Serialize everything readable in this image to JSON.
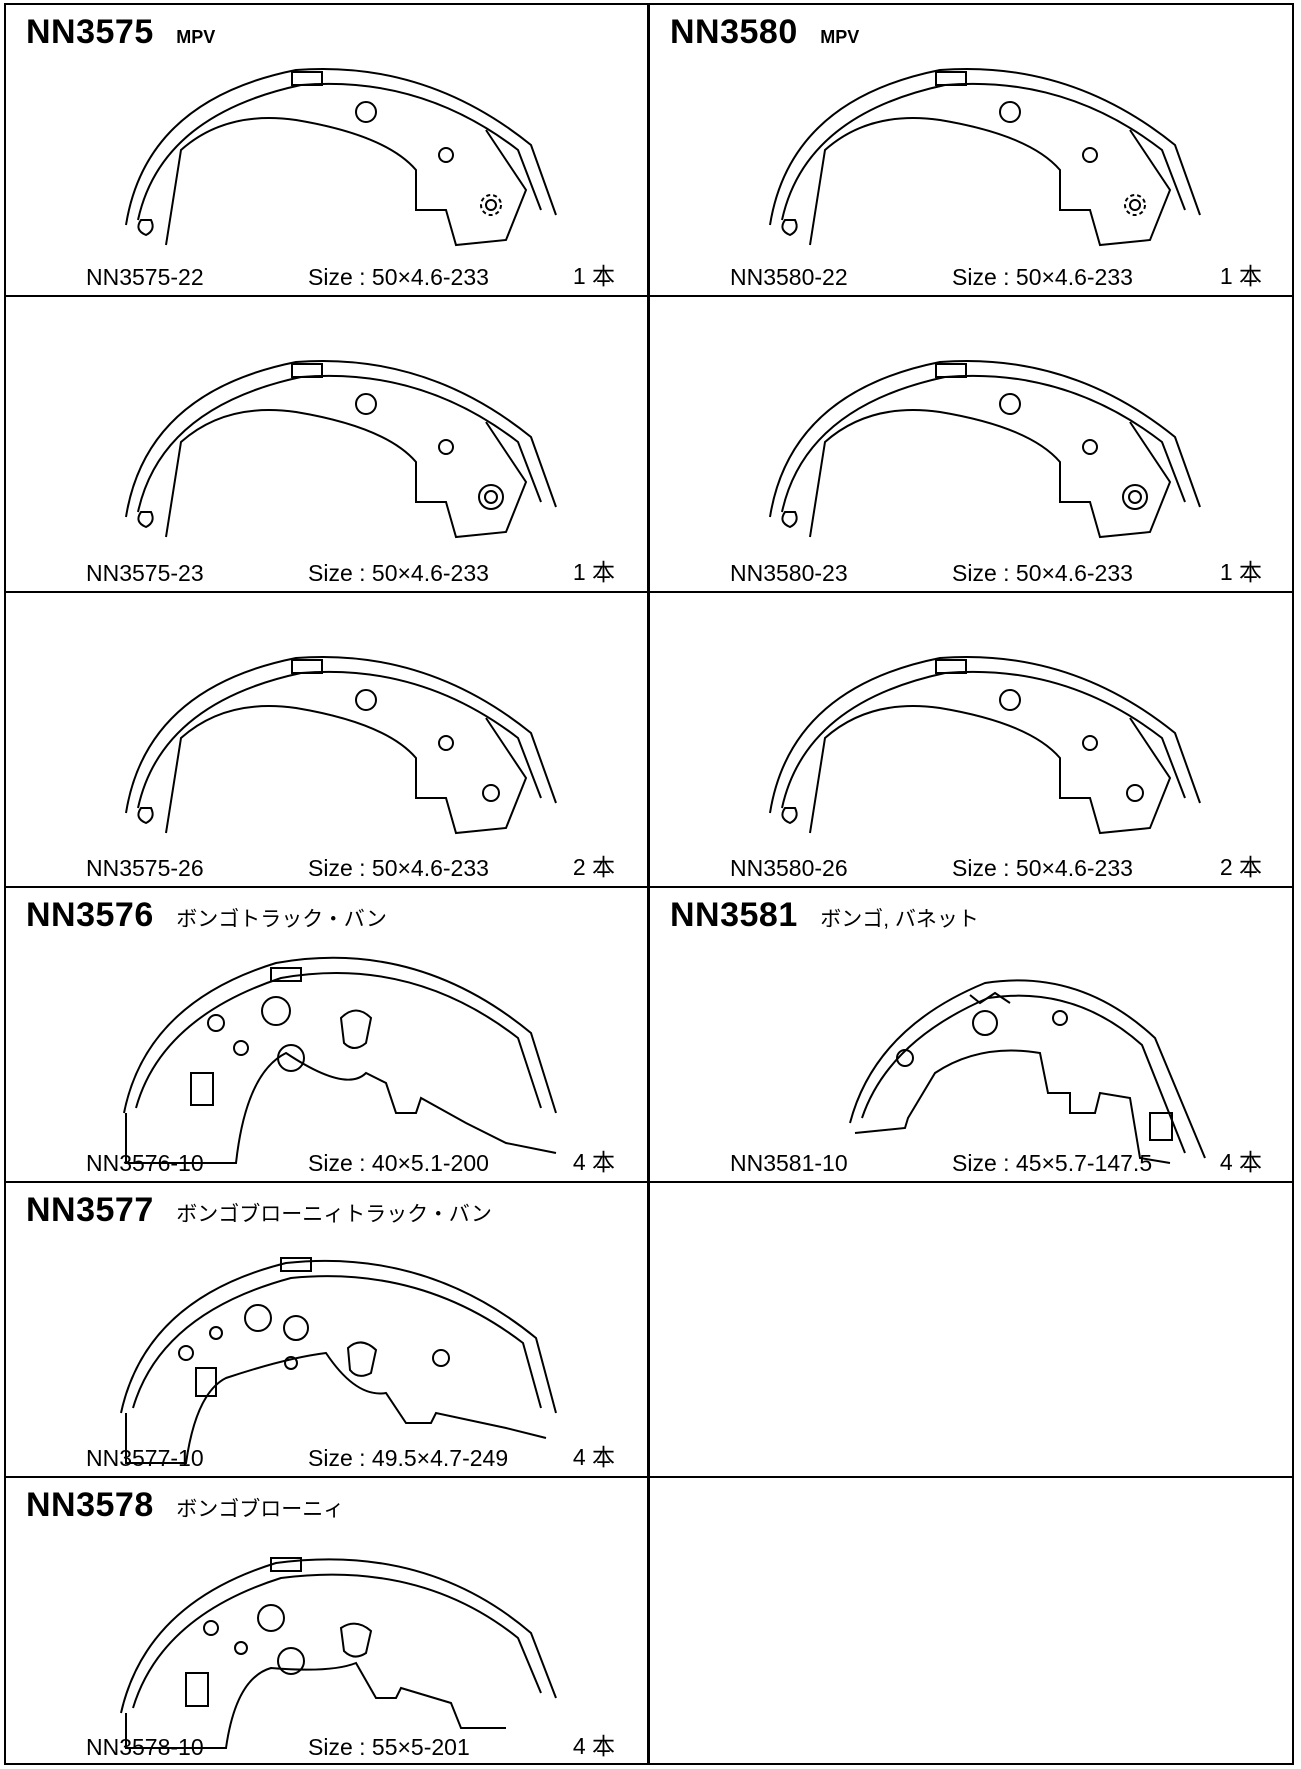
{
  "entries": [
    {
      "code": "NN3575",
      "model": "MPV",
      "items": [
        {
          "part": "NN3575-22",
          "size": "Size : 50×4.6-233",
          "qty": "1 本"
        },
        {
          "part": "NN3575-23",
          "size": "Size : 50×4.6-233",
          "qty": "1 本"
        },
        {
          "part": "NN3575-26",
          "size": "Size : 50×4.6-233",
          "qty": "2 本"
        }
      ]
    },
    {
      "code": "NN3580",
      "model": "MPV",
      "items": [
        {
          "part": "NN3580-22",
          "size": "Size : 50×4.6-233",
          "qty": "1 本"
        },
        {
          "part": "NN3580-23",
          "size": "Size : 50×4.6-233",
          "qty": "1 本"
        },
        {
          "part": "NN3580-26",
          "size": "Size : 50×4.6-233",
          "qty": "2 本"
        }
      ]
    },
    {
      "code": "NN3576",
      "model": "ボンゴトラック・バン",
      "items": [
        {
          "part": "NN3576-10",
          "size": "Size : 40×5.1-200",
          "qty": "4 本"
        }
      ]
    },
    {
      "code": "NN3581",
      "model": "ボンゴ, バネット",
      "items": [
        {
          "part": "NN3581-10",
          "size": "Size : 45×5.7-147.5",
          "qty": "4 本"
        }
      ]
    },
    {
      "code": "NN3577",
      "model": "ボンゴブローニィトラック・バン",
      "items": [
        {
          "part": "NN3577-10",
          "size": "Size : 49.5×4.7-249",
          "qty": "4 本"
        }
      ]
    },
    {
      "code": "NN3578",
      "model": "ボンゴブローニィ",
      "items": [
        {
          "part": "NN3578-10",
          "size": "Size : 55×5-201",
          "qty": "4 本"
        }
      ]
    }
  ]
}
